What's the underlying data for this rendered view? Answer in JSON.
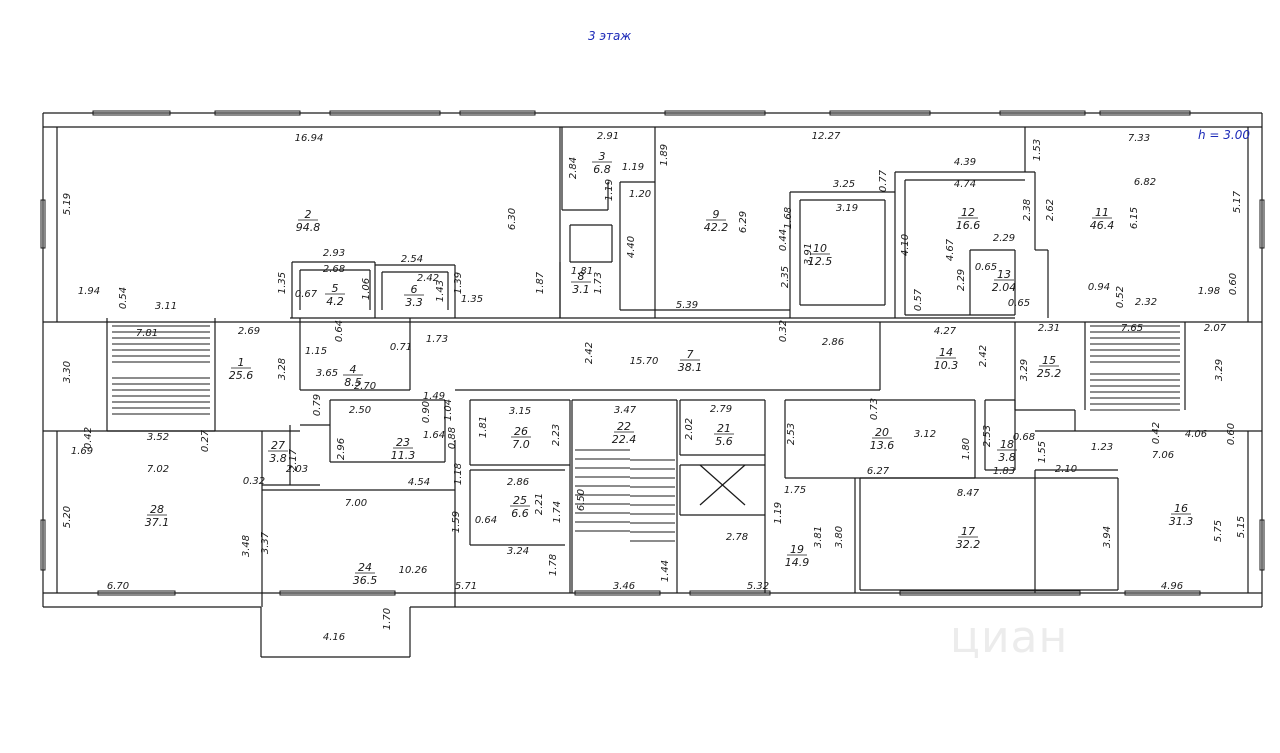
{
  "header": {
    "floor_title": "3 этаж",
    "ceiling_height": "h = 3.00"
  },
  "watermark": {
    "text": "циан"
  },
  "colors": {
    "wall": "#1a1a1a",
    "accent_blue": "#1d2bb8",
    "background": "#ffffff"
  },
  "rooms": [
    {
      "id": "2",
      "area": "94.8"
    },
    {
      "id": "3",
      "area": "6.8"
    },
    {
      "id": "9",
      "area": "42.2"
    },
    {
      "id": "10",
      "area": "12.5"
    },
    {
      "id": "12",
      "area": "16.6"
    },
    {
      "id": "11",
      "area": "46.4"
    },
    {
      "id": "5",
      "area": "4.2"
    },
    {
      "id": "6",
      "area": "3.3"
    },
    {
      "id": "8",
      "area": "3.1"
    },
    {
      "id": "13",
      "area": "2.04"
    },
    {
      "id": "1",
      "area": "25.6"
    },
    {
      "id": "4",
      "area": "8.5"
    },
    {
      "id": "7",
      "area": "38.1"
    },
    {
      "id": "14",
      "area": "10.3"
    },
    {
      "id": "15",
      "area": "25.2"
    },
    {
      "id": "23",
      "area": "11.3"
    },
    {
      "id": "27",
      "area": "3.8"
    },
    {
      "id": "26",
      "area": "7.0"
    },
    {
      "id": "22",
      "area": "22.4"
    },
    {
      "id": "21",
      "area": "5.6"
    },
    {
      "id": "20",
      "area": "13.6"
    },
    {
      "id": "18",
      "area": "3.8"
    },
    {
      "id": "28",
      "area": "37.1"
    },
    {
      "id": "25",
      "area": "6.6"
    },
    {
      "id": "24",
      "area": "36.5"
    },
    {
      "id": "19",
      "area": "14.9"
    },
    {
      "id": "17",
      "area": "32.2"
    },
    {
      "id": "16",
      "area": "31.3"
    }
  ],
  "dimensions": [
    "16.94",
    "2.91",
    "1.89",
    "12.27",
    "1.53",
    "7.33",
    "5.19",
    "2.84",
    "1.19",
    "1.20",
    "6.30",
    "3.25",
    "0.77",
    "4.39",
    "4.74",
    "6.82",
    "5.17",
    "1.19",
    "4.40",
    "6.29",
    "1.68",
    "3.19",
    "2.38",
    "2.62",
    "6.15",
    "2.93",
    "2.54",
    "0.44",
    "4.10",
    "4.67",
    "2.29",
    "2.68",
    "2.42",
    "1.35",
    "1.81",
    "2.35",
    "3.91",
    "0.65",
    "1.39",
    "1.43",
    "1.87",
    "1.73",
    "2.29",
    "1.94",
    "0.54",
    "0.67",
    "1.06",
    "1.35",
    "5.39",
    "0.57",
    "0.65",
    "0.94",
    "0.52",
    "1.98",
    "0.60",
    "3.11",
    "2.32",
    "7.81",
    "2.69",
    "0.64",
    "0.32",
    "4.27",
    "2.31",
    "7.65",
    "2.07",
    "3.30",
    "1.15",
    "0.71",
    "1.73",
    "2.42",
    "15.70",
    "2.86",
    "3.29",
    "3.28",
    "3.65",
    "2.42",
    "3.29",
    "2.70",
    "1.49",
    "3.47",
    "2.79",
    "0.73",
    "0.79",
    "2.50",
    "0.90",
    "1.04",
    "3.15",
    "1.64",
    "0.88",
    "1.81",
    "2.23",
    "2.02",
    "2.53",
    "3.12",
    "2.53",
    "0.68",
    "1.69",
    "0.42",
    "3.52",
    "0.27",
    "2.17",
    "2.96",
    "1.80",
    "1.55",
    "1.23",
    "0.42",
    "4.06",
    "0.60",
    "7.02",
    "2.03",
    "1.18",
    "2.86",
    "6.27",
    "1.83",
    "2.10",
    "7.06",
    "0.32",
    "4.54",
    "1.75",
    "8.47",
    "7.00",
    "2.21",
    "6.50",
    "1.74",
    "5.20",
    "1.19",
    "5.75",
    "5.15",
    "3.48",
    "1.59",
    "0.64",
    "3.37",
    "3.24",
    "2.78",
    "3.81",
    "3.80",
    "3.94",
    "10.26",
    "1.78",
    "6.70",
    "5.71",
    "3.46",
    "1.44",
    "5.32",
    "4.96",
    "1.70",
    "4.16"
  ]
}
